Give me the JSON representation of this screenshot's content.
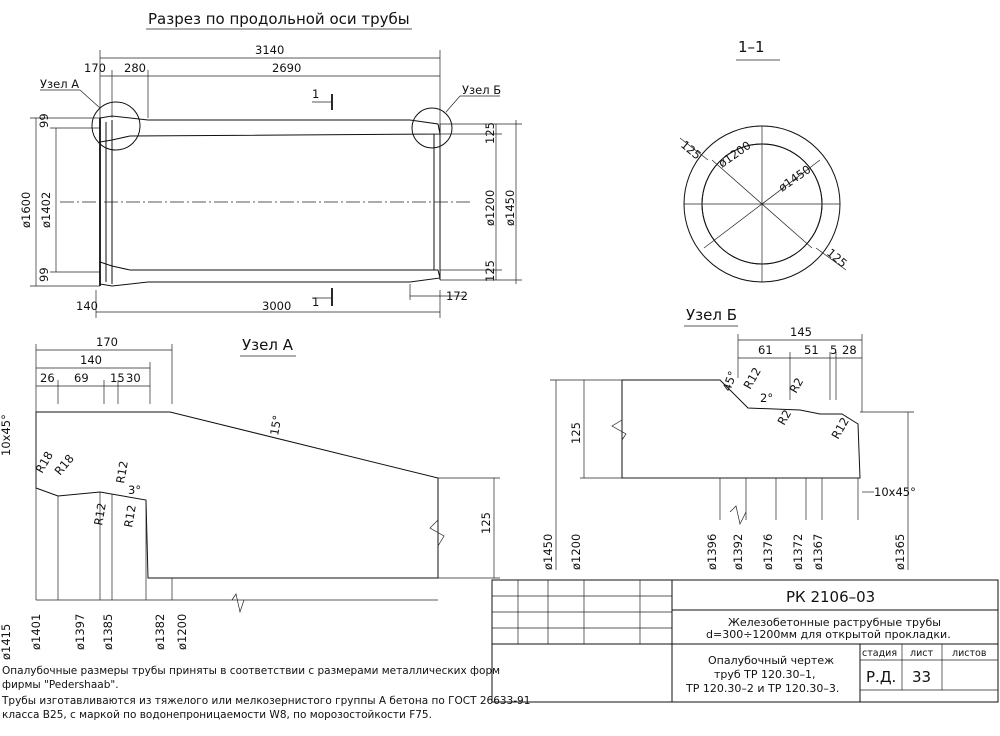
{
  "section_title": "Разрез по продольной оси трубы",
  "section_view_title": "1–1",
  "node_a_title": "Узел А",
  "node_b_title": "Узел Б",
  "callout_a": "Узел А",
  "callout_b": "Узел Б",
  "cut_mark": "1",
  "longitudinal": {
    "top_dims": [
      "3140",
      "170",
      "280",
      "2690"
    ],
    "bottom_dims": [
      "140",
      "3000",
      "172"
    ],
    "left_dims": [
      "99",
      "ø1600",
      "ø1402",
      "99"
    ],
    "right_dims": [
      "125",
      "ø1200",
      "ø1450",
      "125"
    ]
  },
  "cross_section": {
    "dims": [
      "125",
      "ø1200",
      "ø1450",
      "125"
    ]
  },
  "node_a": {
    "top_dims": [
      "170",
      "140",
      "26",
      "69",
      "15",
      "30"
    ],
    "angle": "15°",
    "radii": [
      "R18",
      "R18",
      "R12",
      "R12",
      "R12",
      "3°"
    ],
    "right_dim": "125",
    "left_edge": "10x45°",
    "left_edge_dia": "ø1415",
    "bottom_dims": [
      "ø1401",
      "ø1397",
      "ø1385",
      "ø1382",
      "ø1200"
    ]
  },
  "node_b": {
    "top_dims": [
      "145",
      "61",
      "51",
      "5",
      "28"
    ],
    "angles": [
      "45°",
      "2°"
    ],
    "radii": [
      "R12",
      "R2",
      "R2",
      "R12"
    ],
    "left_dims": [
      "125",
      "ø1450",
      "ø1200"
    ],
    "bottom_dims": [
      "ø1396",
      "ø1392",
      "ø1376",
      "ø1372",
      "ø1367",
      "ø1365"
    ],
    "chamfer": "10x45°"
  },
  "notes": [
    "Опалубочные размеры трубы приняты в соответствии с размерами металлических форм",
    "фирмы \"Pedershaab\".",
    "Трубы изготавливаются из тяжелого или мелкозернистого группы А бетона по ГОСТ 26633-91",
    "класса B25, с маркой по водонепроницаемости W8, по морозостойкости F75."
  ],
  "title_block": {
    "code": "РК 2106–03",
    "name_line1": "Железобетонные раструбные трубы",
    "name_line2": "d=300÷1200мм для открытой прокладки.",
    "sheet_line1": "Опалубочный чертеж",
    "sheet_line2": "труб ТР 120.30–1,",
    "sheet_line3": "ТР 120.30–2 и ТР 120.30–3.",
    "col_stage": "стадия",
    "col_sheet": "лист",
    "col_sheets": "листов",
    "stage": "Р.Д.",
    "sheet": "33",
    "sheets": ""
  }
}
